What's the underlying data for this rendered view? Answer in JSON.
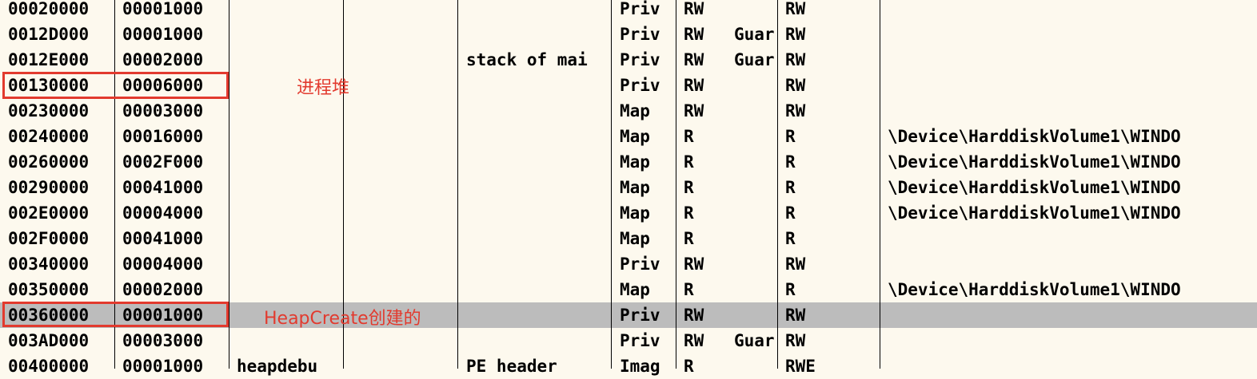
{
  "rows": [
    {
      "address": "00020000",
      "size": "00001000",
      "owner": "",
      "section": "",
      "contains": "",
      "type": "Priv",
      "access": "RW",
      "guard": "",
      "initial": "RW",
      "mapped_as": ""
    },
    {
      "address": "0012D000",
      "size": "00001000",
      "owner": "",
      "section": "",
      "contains": "",
      "type": "Priv",
      "access": "RW",
      "guard": "Guar",
      "initial": "RW",
      "mapped_as": ""
    },
    {
      "address": "0012E000",
      "size": "00002000",
      "owner": "",
      "section": "",
      "contains": "stack of mai",
      "type": "Priv",
      "access": "RW",
      "guard": "Guar",
      "initial": "RW",
      "mapped_as": ""
    },
    {
      "address": "00130000",
      "size": "00006000",
      "owner": "",
      "section": "",
      "contains": "",
      "type": "Priv",
      "access": "RW",
      "guard": "",
      "initial": "RW",
      "mapped_as": ""
    },
    {
      "address": "00230000",
      "size": "00003000",
      "owner": "",
      "section": "",
      "contains": "",
      "type": "Map",
      "access": "RW",
      "guard": "",
      "initial": "RW",
      "mapped_as": ""
    },
    {
      "address": "00240000",
      "size": "00016000",
      "owner": "",
      "section": "",
      "contains": "",
      "type": "Map",
      "access": "R",
      "guard": "",
      "initial": "R",
      "mapped_as": "\\Device\\HarddiskVolume1\\WINDO"
    },
    {
      "address": "00260000",
      "size": "0002F000",
      "owner": "",
      "section": "",
      "contains": "",
      "type": "Map",
      "access": "R",
      "guard": "",
      "initial": "R",
      "mapped_as": "\\Device\\HarddiskVolume1\\WINDO"
    },
    {
      "address": "00290000",
      "size": "00041000",
      "owner": "",
      "section": "",
      "contains": "",
      "type": "Map",
      "access": "R",
      "guard": "",
      "initial": "R",
      "mapped_as": "\\Device\\HarddiskVolume1\\WINDO"
    },
    {
      "address": "002E0000",
      "size": "00004000",
      "owner": "",
      "section": "",
      "contains": "",
      "type": "Map",
      "access": "R",
      "guard": "",
      "initial": "R",
      "mapped_as": "\\Device\\HarddiskVolume1\\WINDO"
    },
    {
      "address": "002F0000",
      "size": "00041000",
      "owner": "",
      "section": "",
      "contains": "",
      "type": "Map",
      "access": "R",
      "guard": "",
      "initial": "R",
      "mapped_as": ""
    },
    {
      "address": "00340000",
      "size": "00004000",
      "owner": "",
      "section": "",
      "contains": "",
      "type": "Priv",
      "access": "RW",
      "guard": "",
      "initial": "RW",
      "mapped_as": ""
    },
    {
      "address": "00350000",
      "size": "00002000",
      "owner": "",
      "section": "",
      "contains": "",
      "type": "Map",
      "access": "R",
      "guard": "",
      "initial": "R",
      "mapped_as": "\\Device\\HarddiskVolume1\\WINDO"
    },
    {
      "address": "00360000",
      "size": "00001000",
      "owner": "",
      "section": "",
      "contains": "",
      "type": "Priv",
      "access": "RW",
      "guard": "",
      "initial": "RW",
      "mapped_as": "",
      "selected": true
    },
    {
      "address": "003AD000",
      "size": "00003000",
      "owner": "",
      "section": "",
      "contains": "",
      "type": "Priv",
      "access": "RW",
      "guard": "Guar",
      "initial": "RW",
      "mapped_as": ""
    },
    {
      "address": "00400000",
      "size": "00001000",
      "owner": "heapdebu",
      "section": "",
      "contains": "PE header",
      "type": "Imag",
      "access": "R",
      "guard": "",
      "initial": "RWE",
      "mapped_as": ""
    }
  ],
  "annotations": {
    "process_heap": "进程堆",
    "heapcreate": "HeapCreate创建的"
  },
  "colors": {
    "background": "#fdf9ee",
    "selected_row": "#bcbcbc",
    "annotation": "#e23a2e"
  }
}
